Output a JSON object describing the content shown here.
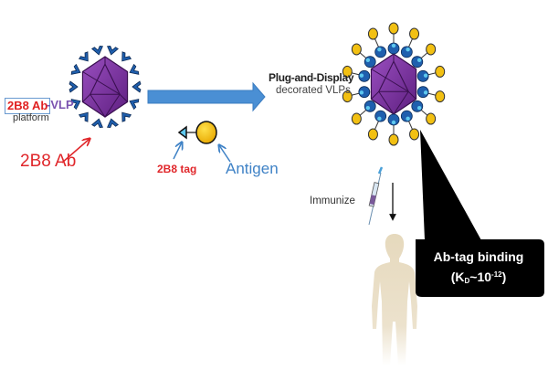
{
  "diagram": {
    "title": "Plug-and-Display VLP vaccine platform",
    "left_panel": {
      "platform_label_boxed": "2B8 Ab",
      "platform_label_suffix": "-VLP",
      "platform_label_line2": "platform",
      "antibody_label": "2B8 Ab"
    },
    "middle_panel": {
      "tag_label": "2B8 tag",
      "antigen_label": "Antigen"
    },
    "right_panel": {
      "title_line1": "Plug-and-Display",
      "title_line2": "decorated VLPs",
      "immunize_label": "Immunize",
      "callout_line1": "Ab-tag binding",
      "callout_line2_prefix": "(K",
      "callout_line2_sub": "D",
      "callout_line2_mid": "~10",
      "callout_line2_sup": "-12",
      "callout_line2_suffix": ")"
    },
    "colors": {
      "vlp_purple": "#7b2d9e",
      "antibody_blue": "#1f5fae",
      "tag_cyan": "#5ec8ee",
      "antigen_yellow": "#f2c012",
      "arrow_blue": "#4a8fd4",
      "label_red": "#e0262a",
      "label_blue": "#3f82c6",
      "human_beige": "#e8dcc2",
      "callout_black": "#000000"
    }
  }
}
